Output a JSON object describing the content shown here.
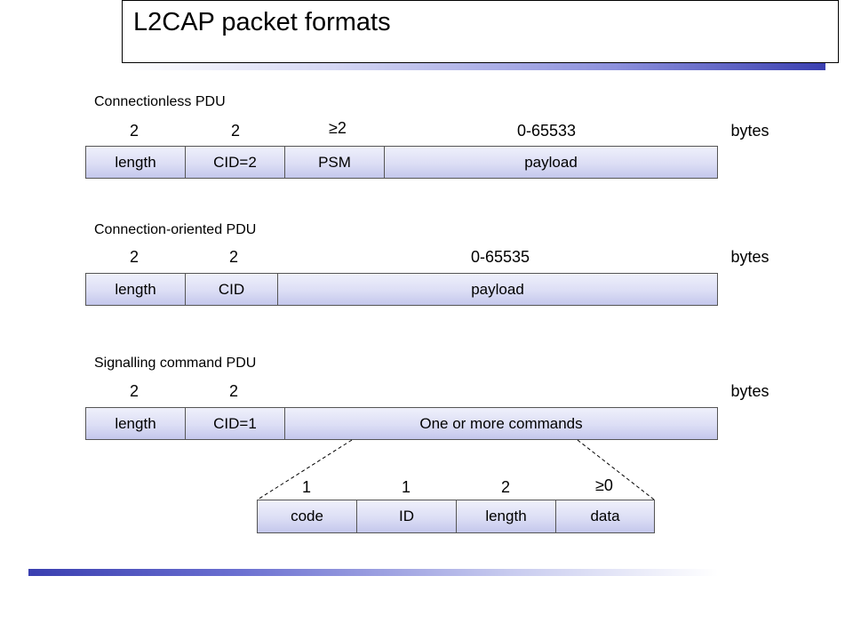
{
  "title": "L2CAP packet formats",
  "connectionless": {
    "label": "Connectionless PDU",
    "sizes": [
      "2",
      "2",
      "≥2",
      "0-65533"
    ],
    "fields": [
      "length",
      "CID=2",
      "PSM",
      "payload"
    ],
    "unit": "bytes"
  },
  "connection_oriented": {
    "label": "Connection-oriented PDU",
    "sizes": [
      "2",
      "2",
      "0-65535"
    ],
    "fields": [
      "length",
      "CID",
      "payload"
    ],
    "unit": "bytes"
  },
  "signalling": {
    "label": "Signalling command PDU",
    "sizes": [
      "2",
      "2"
    ],
    "fields": [
      "length",
      "CID=1",
      "One or more commands"
    ],
    "unit": "bytes"
  },
  "command": {
    "sizes": [
      "1",
      "1",
      "2",
      "≥0"
    ],
    "fields": [
      "code",
      "ID",
      "length",
      "data"
    ]
  },
  "colors": {
    "accent_bar": "#3a3fb0",
    "field_fill_top": "#eff0fb",
    "field_fill_bottom": "#c4c7ec"
  }
}
